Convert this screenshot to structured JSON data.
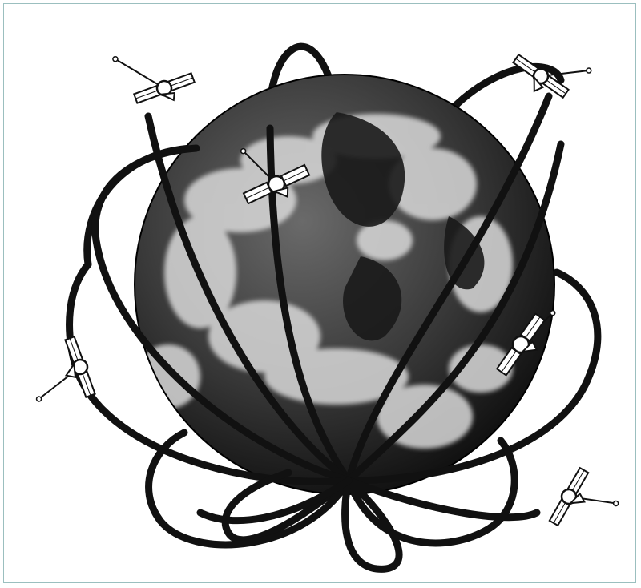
{
  "figure": {
    "subject": "earth-with-satellite-orbits",
    "satellite_count": 6,
    "orbit_count": 6
  },
  "colors": {
    "frame": "#9bbfbf",
    "ink": "#111111",
    "paper": "#ffffff",
    "ocean": "#2a2a2a",
    "cloud": "#d8d8d8"
  }
}
